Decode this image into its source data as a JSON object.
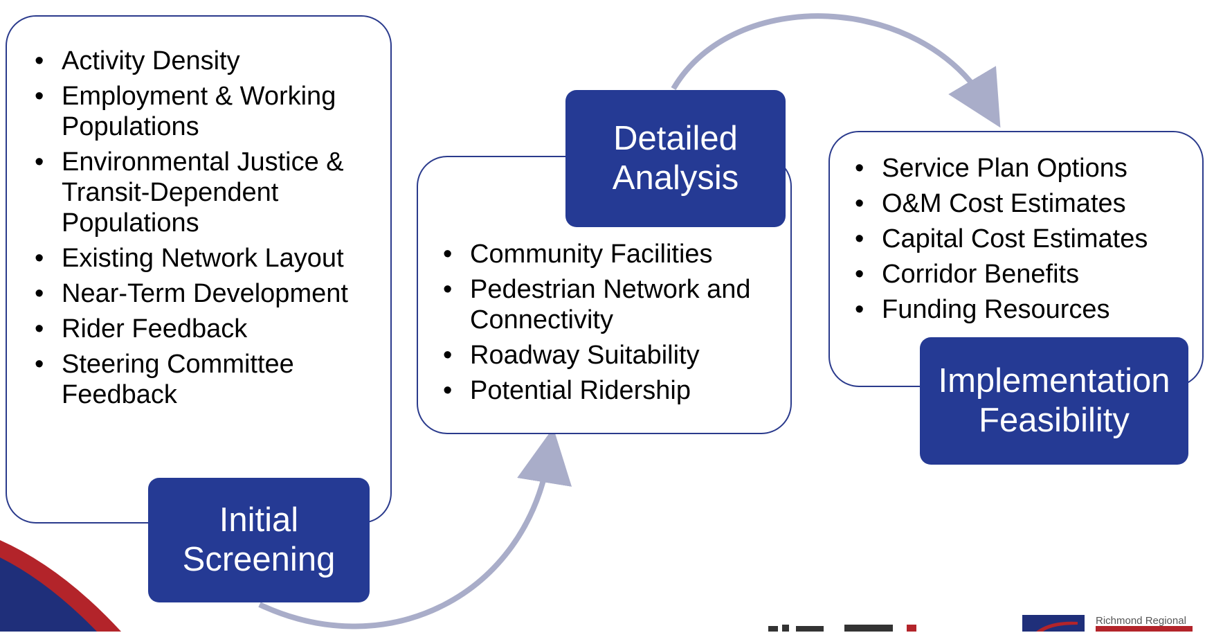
{
  "stages": [
    {
      "title_lines": [
        "Initial",
        "Screening"
      ],
      "items": [
        "Activity Density",
        "Employment & Working Populations",
        "Environmental Justice & Transit-Dependent Populations",
        "Existing Network Layout",
        "Near-Term Development",
        "Rider Feedback",
        "Steering Committee Feedback"
      ]
    },
    {
      "title_lines": [
        "Detailed",
        "Analysis"
      ],
      "items": [
        "Community Facilities",
        "Pedestrian Network and Connectivity",
        "Roadway Suitability",
        "Potential Ridership"
      ]
    },
    {
      "title_lines": [
        "Implementation",
        "Feasibility"
      ],
      "items": [
        "Service Plan Options",
        "O&M Cost Estimates",
        "Capital Cost Estimates",
        "Corridor Benefits",
        "Funding Resources"
      ]
    }
  ],
  "footer": {
    "logo_caption": "Richmond Regional"
  },
  "colors": {
    "label_fill": "#253a94",
    "panel_border": "#2a3a8c",
    "arrow": "#a9adc9",
    "corner_red": "#b3242a",
    "corner_blue": "#1f2f7a"
  }
}
